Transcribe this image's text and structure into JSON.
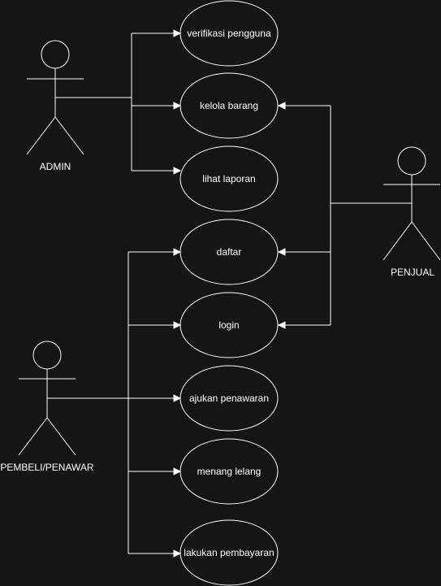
{
  "actors": {
    "admin": {
      "label": "ADMIN"
    },
    "penjual": {
      "label": "PENJUAL"
    },
    "pembeli": {
      "label": "PEMBELI/PENAWAR"
    }
  },
  "use_cases": {
    "verifikasi": {
      "label": "verifikasi pengguna"
    },
    "kelola": {
      "label": "kelola barang"
    },
    "laporan": {
      "label": "lihat laporan"
    },
    "daftar": {
      "label": "daftar"
    },
    "login": {
      "label": "login"
    },
    "ajukan": {
      "label": "ajukan penawaran"
    },
    "menang": {
      "label": "menang lelang"
    },
    "bayar": {
      "label": "lakukan pembayaran"
    }
  },
  "associations": [
    {
      "from": "admin",
      "to": "verifikasi"
    },
    {
      "from": "admin",
      "to": "kelola"
    },
    {
      "from": "admin",
      "to": "laporan"
    },
    {
      "from": "penjual",
      "to": "kelola"
    },
    {
      "from": "penjual",
      "to": "daftar"
    },
    {
      "from": "penjual",
      "to": "login"
    },
    {
      "from": "pembeli",
      "to": "daftar"
    },
    {
      "from": "pembeli",
      "to": "login"
    },
    {
      "from": "pembeli",
      "to": "ajukan"
    },
    {
      "from": "pembeli",
      "to": "menang"
    },
    {
      "from": "pembeli",
      "to": "bayar"
    }
  ],
  "colors": {
    "background": "#151515",
    "stroke": "#ffffff",
    "text": "#ffffff"
  }
}
